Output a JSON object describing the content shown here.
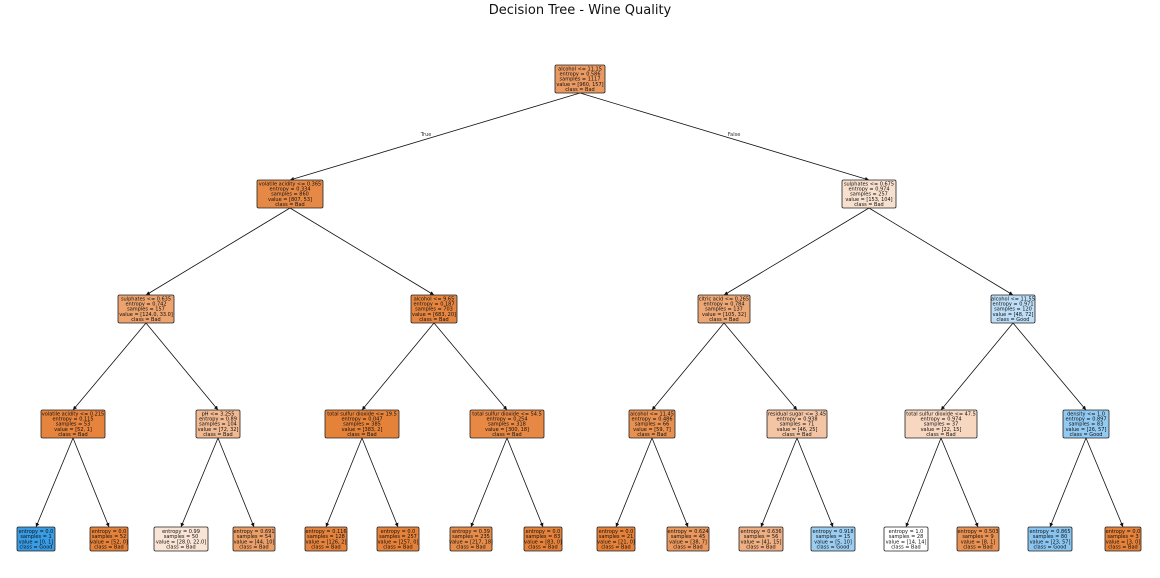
{
  "title": "Decision Tree - Wine Quality",
  "edge_labels": {
    "true": "True",
    "false": "False"
  },
  "colors": {
    "edge": "#111111",
    "border": "#222222"
  },
  "nodes": [
    {
      "id": "n0",
      "lines": [
        "alcohol <= 11.15",
        "entropy = 0.586",
        "samples = 1117",
        "value = [960, 157]",
        "class = Bad"
      ],
      "fill": "#ea9a61"
    },
    {
      "id": "n1",
      "lines": [
        "volatile acidity <= 0.365",
        "entropy = 0.334",
        "samples = 860",
        "value = [807, 53]",
        "class = Bad"
      ],
      "fill": "#e78946"
    },
    {
      "id": "n2",
      "lines": [
        "sulphates <= 0.675",
        "entropy = 0.974",
        "samples = 257",
        "value = [153, 104]",
        "class = Bad"
      ],
      "fill": "#f8e0ce"
    },
    {
      "id": "n3",
      "lines": [
        "sulphates <= 0.635",
        "entropy = 0.742",
        "samples = 157",
        "value = [124.0, 33.0]",
        "class = Bad"
      ],
      "fill": "#eca36e"
    },
    {
      "id": "n4",
      "lines": [
        "alcohol <= 9.65",
        "entropy = 0.187",
        "samples = 703",
        "value = [683, 20]",
        "class = Bad"
      ],
      "fill": "#e6853f"
    },
    {
      "id": "n5",
      "lines": [
        "citric acid <= 0.265",
        "entropy = 0.784",
        "samples = 137",
        "value = [105, 32]",
        "class = Bad"
      ],
      "fill": "#eda775"
    },
    {
      "id": "n6",
      "lines": [
        "alcohol <= 11.55",
        "entropy = 0.971",
        "samples = 120",
        "value = [48, 72]",
        "class = Good"
      ],
      "fill": "#bddef6"
    },
    {
      "id": "n7",
      "lines": [
        "volatile acidity <= 0.215",
        "entropy = 0.115",
        "samples = 53",
        "value = [52, 1]",
        "class = Bad"
      ],
      "fill": "#e6833d"
    },
    {
      "id": "n8",
      "lines": [
        "pH <= 3.255",
        "entropy = 0.89",
        "samples = 104",
        "value = [72, 32]",
        "class = Bad"
      ],
      "fill": "#f1b991"
    },
    {
      "id": "n9",
      "lines": [
        "total sulfur dioxide <= 19.5",
        "entropy = 0.047",
        "samples = 385",
        "value = [383, 2]",
        "class = Bad"
      ],
      "fill": "#e5823a"
    },
    {
      "id": "n10",
      "lines": [
        "total sulfur dioxide <= 54.5",
        "entropy = 0.254",
        "samples = 318",
        "value = [300, 18]",
        "class = Bad"
      ],
      "fill": "#e78845"
    },
    {
      "id": "n11",
      "lines": [
        "alcohol <= 11.45",
        "entropy = 0.486",
        "samples = 66",
        "value = [59, 7]",
        "class = Bad"
      ],
      "fill": "#e89050"
    },
    {
      "id": "n12",
      "lines": [
        "residual sugar <= 3.45",
        "entropy = 0.938",
        "samples = 71",
        "value = [46, 25]",
        "class = Bad"
      ],
      "fill": "#f3c5a4"
    },
    {
      "id": "n13",
      "lines": [
        "total sulfur dioxide <= 47.5",
        "entropy = 0.974",
        "samples = 37",
        "value = [22, 15]",
        "class = Bad"
      ],
      "fill": "#f7d7c0"
    },
    {
      "id": "n14",
      "lines": [
        "density <= 1.0",
        "entropy = 0.897",
        "samples = 83",
        "value = [26, 57]",
        "class = Good"
      ],
      "fill": "#93caf1"
    },
    {
      "id": "n15",
      "lines": [
        "entropy = 0.0",
        "samples = 1",
        "value = [0, 1]",
        "class = Good"
      ],
      "fill": "#399de5"
    },
    {
      "id": "n16",
      "lines": [
        "entropy = 0.0",
        "samples = 52",
        "value = [52, 0]",
        "class = Bad"
      ],
      "fill": "#e58139"
    },
    {
      "id": "n17",
      "lines": [
        "entropy = 0.99",
        "samples = 50",
        "value = [28.0, 22.0]",
        "class = Bad"
      ],
      "fill": "#f9e4d5"
    },
    {
      "id": "n18",
      "lines": [
        "entropy = 0.691",
        "samples = 54",
        "value = [44, 10]",
        "class = Bad"
      ],
      "fill": "#eb9e66"
    },
    {
      "id": "n19",
      "lines": [
        "entropy = 0.116",
        "samples = 128",
        "value = [126, 2]",
        "class = Bad"
      ],
      "fill": "#e5833c"
    },
    {
      "id": "n20",
      "lines": [
        "entropy = 0.0",
        "samples = 257",
        "value = [257, 0]",
        "class = Bad"
      ],
      "fill": "#e58139"
    },
    {
      "id": "n21",
      "lines": [
        "entropy = 0.39",
        "samples = 235",
        "value = [217, 18]",
        "class = Bad"
      ],
      "fill": "#e78b49"
    },
    {
      "id": "n22",
      "lines": [
        "entropy = 0.0",
        "samples = 83",
        "value = [83, 0]",
        "class = Bad"
      ],
      "fill": "#e58139"
    },
    {
      "id": "n23",
      "lines": [
        "entropy = 0.0",
        "samples = 21",
        "value = [21, 0]",
        "class = Bad"
      ],
      "fill": "#e58139"
    },
    {
      "id": "n24",
      "lines": [
        "entropy = 0.624",
        "samples = 45",
        "value = [38, 7]",
        "class = Bad"
      ],
      "fill": "#ea985d"
    },
    {
      "id": "n25",
      "lines": [
        "entropy = 0.636",
        "samples = 56",
        "value = [41, 15]",
        "class = Bad"
      ],
      "fill": "#efaf82"
    },
    {
      "id": "n26",
      "lines": [
        "entropy = 0.918",
        "samples = 15",
        "value = [5, 10]",
        "class = Good"
      ],
      "fill": "#9ccef2"
    },
    {
      "id": "n27",
      "lines": [
        "entropy = 1.0",
        "samples = 28",
        "value = [14, 14]",
        "class = Bad"
      ],
      "fill": "#ffffff"
    },
    {
      "id": "n28",
      "lines": [
        "entropy = 0.503",
        "samples = 9",
        "value = [8, 1]",
        "class = Bad"
      ],
      "fill": "#e89152"
    },
    {
      "id": "n29",
      "lines": [
        "entropy = 0.865",
        "samples = 80",
        "value = [23, 57]",
        "class = Good"
      ],
      "fill": "#89c5f0"
    },
    {
      "id": "n30",
      "lines": [
        "entropy = 0.0",
        "samples = 3",
        "value = [3, 0]",
        "class = Bad"
      ],
      "fill": "#e58139"
    }
  ],
  "edges": [
    [
      "n0",
      "n1"
    ],
    [
      "n0",
      "n2"
    ],
    [
      "n1",
      "n3"
    ],
    [
      "n1",
      "n4"
    ],
    [
      "n2",
      "n5"
    ],
    [
      "n2",
      "n6"
    ],
    [
      "n3",
      "n7"
    ],
    [
      "n3",
      "n8"
    ],
    [
      "n4",
      "n9"
    ],
    [
      "n4",
      "n10"
    ],
    [
      "n5",
      "n11"
    ],
    [
      "n5",
      "n12"
    ],
    [
      "n6",
      "n13"
    ],
    [
      "n6",
      "n14"
    ],
    [
      "n7",
      "n15"
    ],
    [
      "n7",
      "n16"
    ],
    [
      "n8",
      "n17"
    ],
    [
      "n8",
      "n18"
    ],
    [
      "n9",
      "n19"
    ],
    [
      "n9",
      "n20"
    ],
    [
      "n10",
      "n21"
    ],
    [
      "n10",
      "n22"
    ],
    [
      "n11",
      "n23"
    ],
    [
      "n11",
      "n24"
    ],
    [
      "n12",
      "n25"
    ],
    [
      "n12",
      "n26"
    ],
    [
      "n13",
      "n27"
    ],
    [
      "n13",
      "n28"
    ],
    [
      "n14",
      "n29"
    ],
    [
      "n14",
      "n30"
    ]
  ]
}
